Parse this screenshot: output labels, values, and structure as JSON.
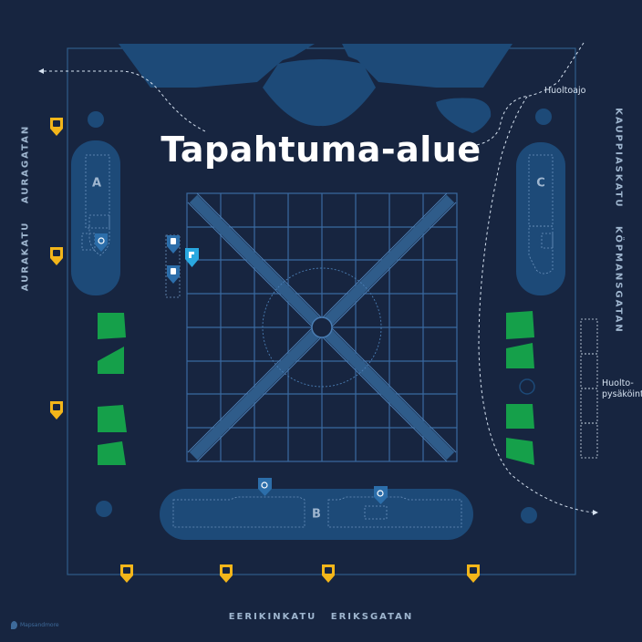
{
  "title": "Tapahtuma-alue",
  "streets": {
    "bottom": "EERIKINKATU   ERIKSGATAN",
    "left": "AURAKATU   AURAGATAN",
    "right": "KAUPPIASKATU   KÖPMANSGATAN"
  },
  "notes": {
    "service_drive": "Huoltoajo",
    "service_parking": "Huolto-\npysäköinti"
  },
  "areas": [
    {
      "id": "a",
      "label": "A"
    },
    {
      "id": "b",
      "label": "B"
    },
    {
      "id": "c",
      "label": "C"
    }
  ],
  "brand": "Mapsandmore",
  "icons": {
    "bus_stop": "bus-stop-icon",
    "accessible": "wheelchair-icon",
    "water": "water-tap-icon",
    "toilet": "toilet-icon"
  },
  "colors": {
    "background": "#172540",
    "zone": "#1d4a78",
    "zone_dark": "#173e67",
    "green": "#15a04a",
    "bus": "#f3b61a",
    "grid": "#3a6aa0",
    "water": "#29a8e0"
  }
}
